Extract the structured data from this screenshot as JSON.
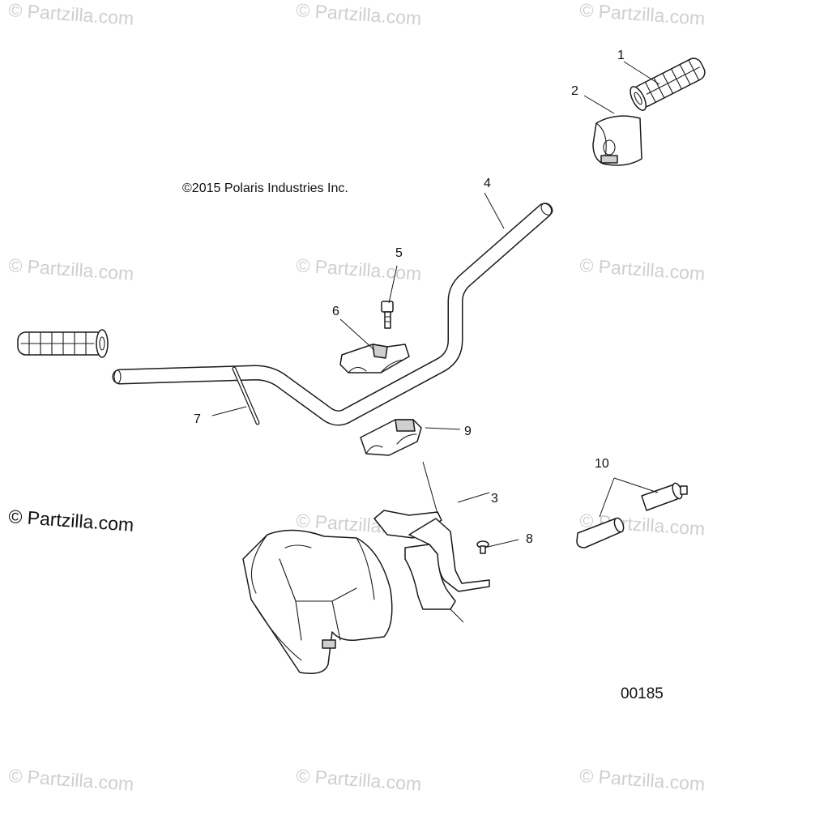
{
  "copyright": "©2015 Polaris Industries Inc.",
  "diagram_number": "00185",
  "watermark": "© Partzilla.com",
  "callouts": {
    "c1": "1",
    "c2": "2",
    "c3": "3",
    "c4": "4",
    "c5": "5",
    "c6": "6",
    "c7": "7",
    "c8": "8",
    "c9": "9",
    "c10": "10"
  }
}
